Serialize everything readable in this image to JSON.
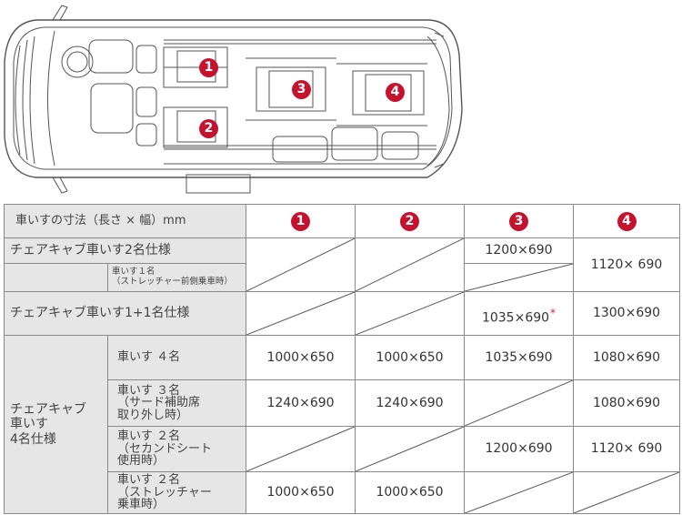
{
  "seat_markers": [
    "1",
    "2",
    "3",
    "4"
  ],
  "colors": {
    "marker": "#c4122f",
    "label_bg": "#e6e6e6",
    "border": "#8a8a8a",
    "asterisk": "#d9223f"
  },
  "table": {
    "header_label": "車いすの寸法（長さ × 幅）mm",
    "col_headers": [
      "1",
      "2",
      "3",
      "4"
    ],
    "rows": {
      "two_seat": {
        "label": "チェアキャブ車いす2名仕様",
        "c3": "1200×690",
        "c4": "1120× 690",
        "sub_label_line1": "車いす１名",
        "sub_label_line2": "（ストレッチャー前側乗車時）"
      },
      "one_plus_one": {
        "label": "チェアキャブ車いす1+1名仕様",
        "c3": "1035×690",
        "c3_mark": "*",
        "c4": "1300×690"
      },
      "four_seat": {
        "group_label_line1": "チェアキャブ",
        "group_label_line2": "車いす",
        "group_label_line3": "4名仕様",
        "r1": {
          "label": "車いす ４名",
          "c1": "1000×650",
          "c2": "1000×650",
          "c3": "1035×690",
          "c4": "1080×690"
        },
        "r2": {
          "label_line1": "車いす ３名",
          "label_line2": "（サード補助席",
          "label_line3": "取り外し時）",
          "c1": "1240×690",
          "c2": "1240×690",
          "c4": "1080×690"
        },
        "r3": {
          "label_line1": "車いす ２名",
          "label_line2": "（セカンドシート",
          "label_line3": "使用時）",
          "c3": "1200×690",
          "c4": "1120× 690"
        },
        "r4": {
          "label_line1": "車いす ２名",
          "label_line2": "（ストレッチャー",
          "label_line3": "乗車時）",
          "c1": "1000×650",
          "c2": "1000×650"
        }
      }
    }
  }
}
